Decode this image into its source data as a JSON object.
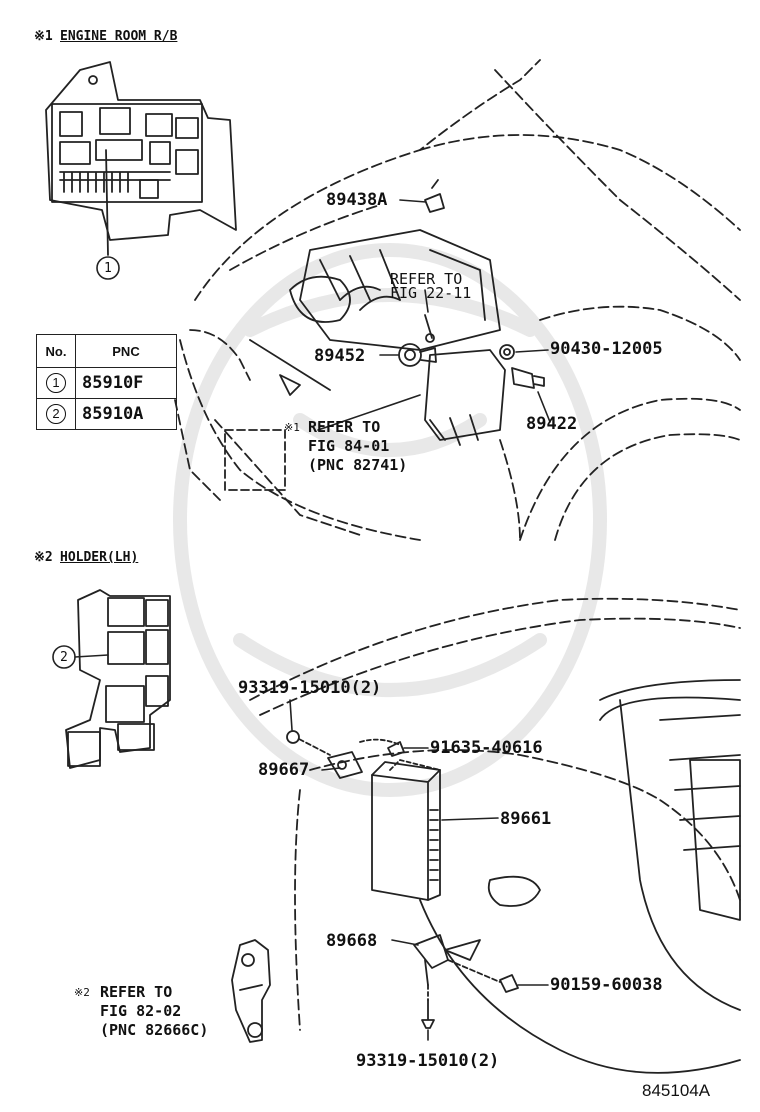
{
  "section1": {
    "mark": "※1",
    "title": "ENGINE ROOM R/B",
    "callout": "1"
  },
  "section2": {
    "mark": "※2",
    "title": "HOLDER(LH)",
    "callout": "2"
  },
  "pnc_table": {
    "headers": [
      "No.",
      "PNC"
    ],
    "rows": [
      {
        "no": "1",
        "pnc": "85910F"
      },
      {
        "no": "2",
        "pnc": "85910A"
      }
    ]
  },
  "upper_labels": {
    "p89438a": "89438A",
    "refer_22_line1": "REFER TO",
    "refer_22_line2": "FIG 22-11",
    "p89452": "89452",
    "p90430": "90430-12005",
    "p89422": "89422",
    "refer_84_mark": "※1",
    "refer_84_line1": "REFER TO",
    "refer_84_line2": "FIG 84-01",
    "refer_84_line3": "(PNC 82741)"
  },
  "lower_labels": {
    "p93319_top": "93319-15010(2)",
    "p91635": "91635-40616",
    "p89667": "89667",
    "p89661": "89661",
    "p89668": "89668",
    "p90159": "90159-60038",
    "refer_82_mark": "※2",
    "refer_82_line1": "REFER TO",
    "refer_82_line2": "FIG 82-02",
    "refer_82_line3": "(PNC 82666C)",
    "p93319_bottom": "93319-15010(2)"
  },
  "figure_id": "845104A"
}
